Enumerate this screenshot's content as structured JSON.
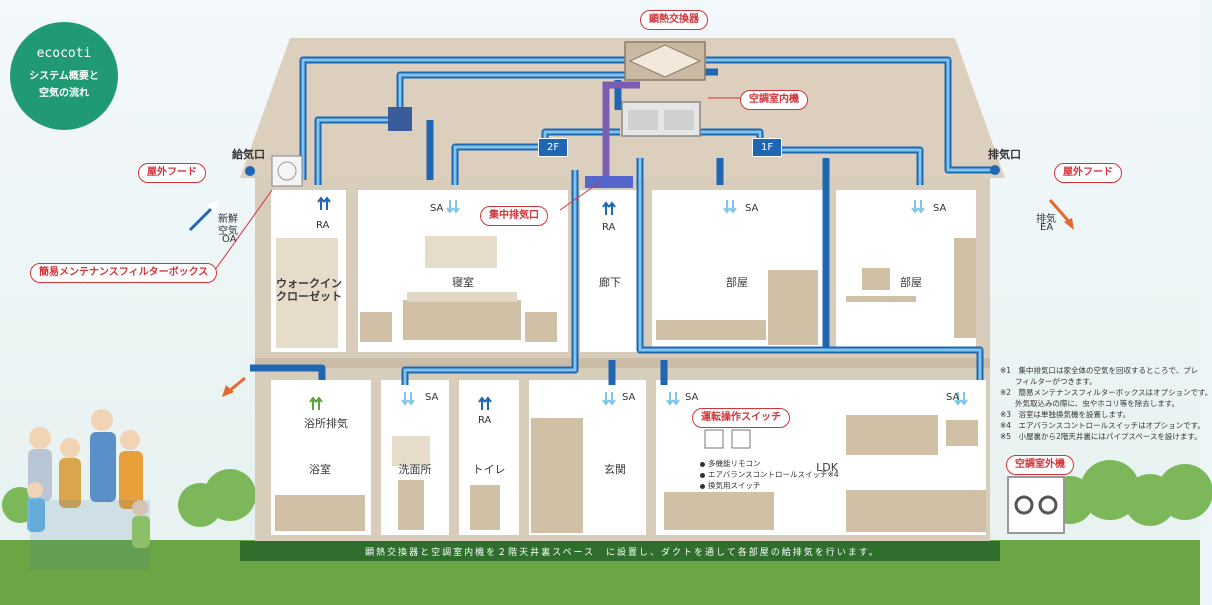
{
  "badge": {
    "brand": "ecocoti",
    "line1": "システム概要と",
    "line2": "空気の流れ"
  },
  "callouts": {
    "heat_exchanger": "顕熱交換器",
    "indoor_unit": "空調室内機",
    "central_exhaust": "集中排気口",
    "hood_left": "屋外フード",
    "hood_right": "屋外フード",
    "filter_box": "簡易メンテナンスフィルターボックス",
    "switch": "運転操作スイッチ",
    "outdoor_unit": "空調室外機"
  },
  "ports": {
    "supply_port": "給気口",
    "exhaust_port": "排気口"
  },
  "outside_air": {
    "line1": "新鮮",
    "line2": "空気",
    "line3": "OA"
  },
  "exhaust_air": {
    "line1": "排気",
    "line2": "EA"
  },
  "floor_tags": {
    "f2": "2F",
    "f1": "1F"
  },
  "flows": {
    "sa": "SA",
    "ra": "RA"
  },
  "rooms": {
    "closet_1": "ウォークイン",
    "closet_2": "クローゼット",
    "bedroom": "寝室",
    "hallway": "廊下",
    "room_a": "部屋",
    "room_b": "部屋",
    "bathroom": "浴室",
    "washroom": "洗面所",
    "toilet": "トイレ",
    "entrance": "玄関",
    "ldk": "LDK",
    "bath_exhaust": "浴所排気"
  },
  "switch_items": [
    "多機能リモコン",
    "エアバランスコントロールスイッチ※4",
    "換気用スイッチ"
  ],
  "notes": [
    "※1　集中排気口は家全体の空気を回収するところで、プレ",
    "　　フィルターがつきます。",
    "※2　簡易メンテナンスフィルターボックスはオプションです。",
    "　　外気取込みの際に、虫やホコリ等を除去します。",
    "※3　浴室は単独換気機を設置します。",
    "※4　エアバランスコントロールスイッチはオプションです。",
    "※5　小屋裏から2階天井裏にはパイプスペースを設けます。"
  ],
  "ground_caption": "顕熱交換器と空調室内機を２階天井裏スペース　に設置し、ダクトを通して各部屋の給排気を行います。",
  "colors": {
    "duct_blue": "#1f66b3",
    "duct_light": "#7fc6ec",
    "red": "#d0353b",
    "wall": "#d8ccbb",
    "grass": "#6aa744"
  }
}
